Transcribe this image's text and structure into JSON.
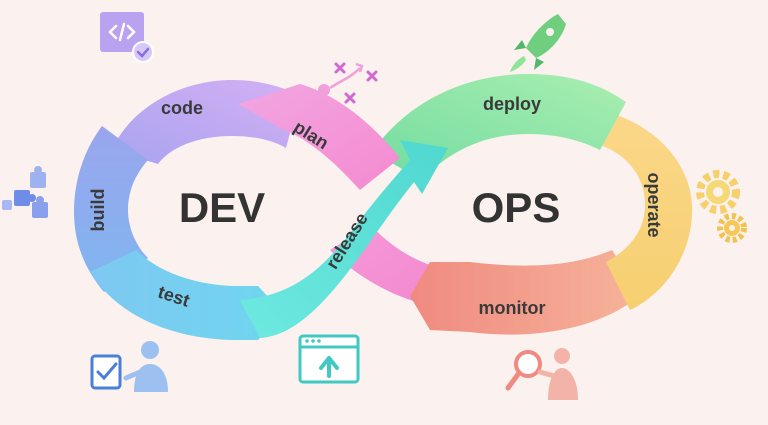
{
  "diagram": {
    "dev_label": "DEV",
    "ops_label": "OPS",
    "stages": {
      "plan": "plan",
      "code": "code",
      "build": "build",
      "test": "test",
      "release": "release",
      "deploy": "deploy",
      "operate": "operate",
      "monitor": "monitor"
    }
  },
  "colors": {
    "background": "#fbf1ee",
    "plan": "#f6a0d8",
    "code": "#c7a4f2",
    "build": "#8ea4ec",
    "test": "#74c7f0",
    "release": "#57e2d6",
    "deploy": "#8ee59a",
    "operate": "#f6d977",
    "monitor": "#f4a48c",
    "text_dark": "#3a3a3a"
  },
  "icons": {
    "code": "code-window-check-icon",
    "plan": "plan-strategy-icon",
    "deploy": "rocket-icon",
    "build": "puzzle-icon",
    "operate": "gears-icon",
    "test": "checklist-person-icon",
    "release": "browser-upload-icon",
    "monitor": "magnifier-person-icon"
  }
}
